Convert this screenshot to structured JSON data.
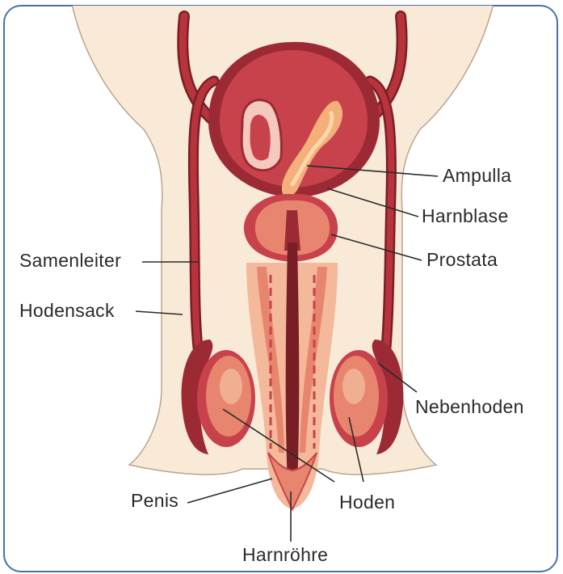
{
  "labels": {
    "ampulla": "Ampulla",
    "harnblase": "Harnblase",
    "prostata": "Prostata",
    "samenleiter": "Samenleiter",
    "hodensack": "Hodensack",
    "nebenhoden": "Nebenhoden",
    "hoden": "Hoden",
    "penis": "Penis",
    "harnroehre": "Harnröhre"
  },
  "colors": {
    "frame": "#4a6fa5",
    "skin": "#f9ead8",
    "tissue_dark": "#9c2a35",
    "tissue_mid": "#c8424b",
    "tissue_light": "#e8856e",
    "tissue_pale": "#f3b99a",
    "ampulla": "#f4b07a",
    "leader_line": "#2a2a2a"
  }
}
